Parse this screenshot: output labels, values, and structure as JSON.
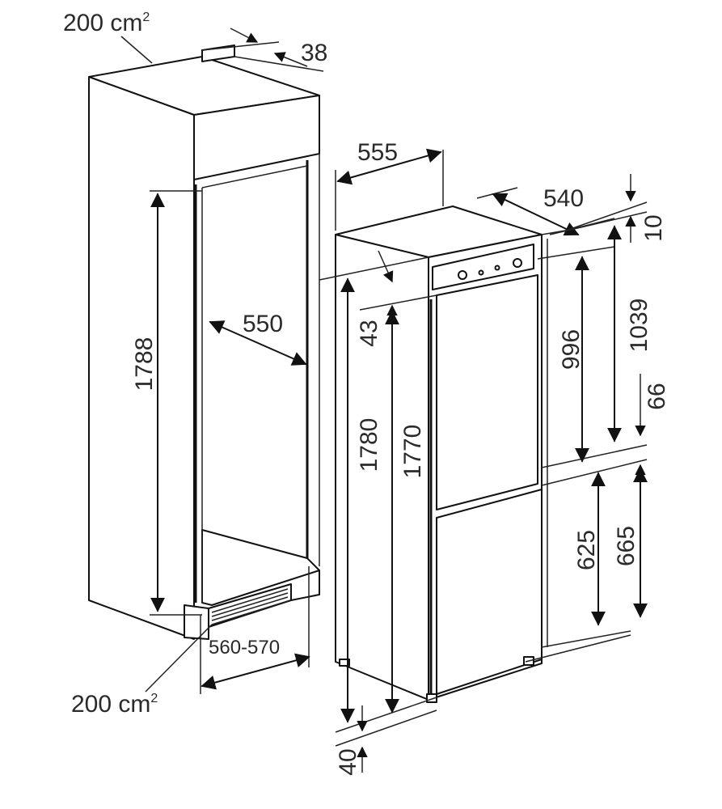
{
  "niche": {
    "vent_top": {
      "value": "200 cm",
      "sup": "2"
    },
    "vent_bottom": {
      "value": "200 cm",
      "sup": "2"
    },
    "top_gap": "38",
    "height": "1788",
    "depth": "550",
    "width": "560-570"
  },
  "appliance": {
    "width": "555",
    "depth": "540",
    "top_offset": "10",
    "door_offset": "43",
    "height_total": "1780",
    "height_body": "1770",
    "upper_door": "996",
    "upper_section": "1039",
    "gap": "66",
    "lower_door": "625",
    "lower_section": "665",
    "plinth": "40"
  }
}
